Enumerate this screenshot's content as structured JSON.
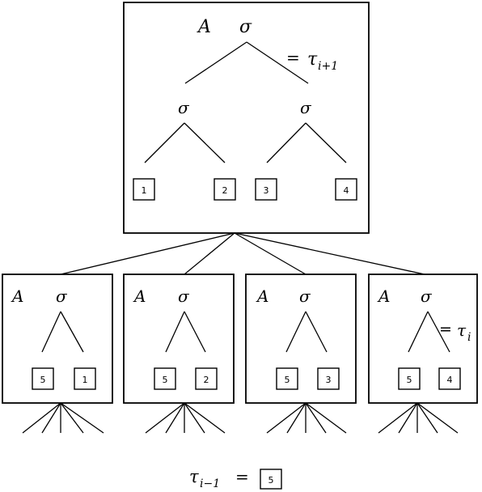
{
  "top_node": {
    "label_a": "A",
    "label_sigma": "σ",
    "equation": {
      "eq": "=",
      "tau": "τ",
      "sub": "i+1"
    },
    "inner_nodes": [
      "σ",
      "σ"
    ],
    "leaves": [
      "1",
      "2",
      "3",
      "4"
    ]
  },
  "child_nodes": [
    {
      "label_a": "A",
      "label_sigma": "σ",
      "leaves": [
        "5",
        "1"
      ]
    },
    {
      "label_a": "A",
      "label_sigma": "σ",
      "leaves": [
        "5",
        "2"
      ]
    },
    {
      "label_a": "A",
      "label_sigma": "σ",
      "leaves": [
        "5",
        "3"
      ]
    },
    {
      "label_a": "A",
      "label_sigma": "σ",
      "leaves": [
        "5",
        "4"
      ],
      "equation": {
        "eq": "=",
        "tau": "τ",
        "sub": "i"
      }
    }
  ],
  "bottom_equation": {
    "tau": "τ",
    "sub": "i−1",
    "eq": "=",
    "leaf": "5"
  }
}
